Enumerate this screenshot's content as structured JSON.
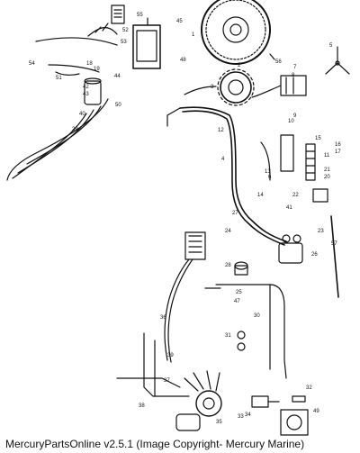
{
  "footer": "MercuryPartsOnline v2.5.1 (Image Copyright- Mercury Marine)",
  "callouts": [
    "55",
    "45",
    "1",
    "52",
    "53",
    "56",
    "54",
    "51",
    "18",
    "19",
    "48",
    "2",
    "3",
    "5",
    "44",
    "42",
    "43",
    "50",
    "40",
    "29",
    "12",
    "13",
    "6",
    "7",
    "8",
    "9",
    "10",
    "11",
    "15",
    "16",
    "17",
    "21",
    "20",
    "14",
    "22",
    "4",
    "41",
    "23",
    "30",
    "24",
    "25",
    "28",
    "26",
    "57",
    "47",
    "49",
    "34",
    "31",
    "32",
    "33",
    "35",
    "36",
    "37",
    "38",
    "39",
    "27"
  ]
}
